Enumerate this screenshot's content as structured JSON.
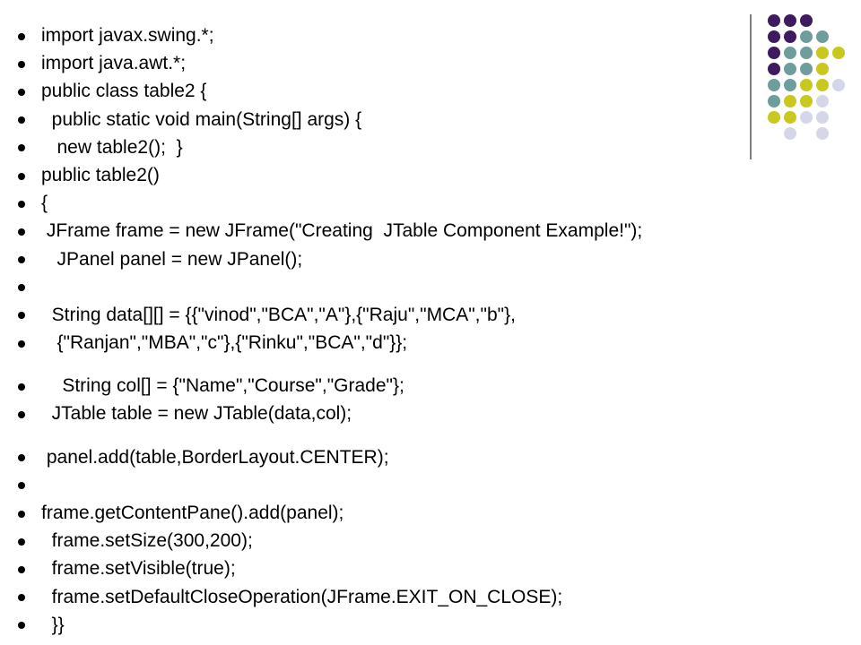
{
  "colors": {
    "purple": "#3e1a5e",
    "teal": "#6f9c9c",
    "yellow": "#c8c81e",
    "lavender": "#d6d6ea",
    "divider": "#7f7f7f",
    "text": "#000000"
  },
  "decoration": {
    "dot_rows": [
      [
        "purple",
        "purple",
        "purple",
        "",
        ""
      ],
      [
        "purple",
        "purple",
        "teal",
        "teal",
        ""
      ],
      [
        "purple",
        "teal",
        "teal",
        "yellow",
        "yellow"
      ],
      [
        "purple",
        "teal",
        "teal",
        "yellow",
        ""
      ],
      [
        "teal",
        "teal",
        "yellow",
        "yellow",
        "lavender"
      ],
      [
        "teal",
        "yellow",
        "yellow",
        "lavender",
        ""
      ],
      [
        "yellow",
        "yellow",
        "lavender",
        "lavender",
        ""
      ],
      [
        "",
        "lavender",
        "",
        "lavender",
        ""
      ]
    ]
  },
  "code_lines": [
    "import javax.swing.*;",
    "import java.awt.*;",
    "public class table2 {",
    "  public static void main(String[] args) {",
    "   new table2();  }",
    "public table2()",
    "{",
    " JFrame frame = new JFrame(\"Creating  JTable Component Example!\");",
    "   JPanel panel = new JPanel();",
    "",
    "  String data[][] = {{\"vinod\",\"BCA\",\"A\"},{\"Raju\",\"MCA\",\"b\"},",
    "   {\"Ranjan\",\"MBA\",\"c\"},{\"Rinku\",\"BCA\",\"d\"}};",
    "",
    "    String col[] = {\"Name\",\"Course\",\"Grade\"};",
    "  JTable table = new JTable(data,col);",
    "",
    " panel.add(table,BorderLayout.CENTER);",
    "",
    "frame.getContentPane().add(panel);",
    "  frame.setSize(300,200);",
    "  frame.setVisible(true);",
    "  frame.setDefaultCloseOperation(JFrame.EXIT_ON_CLOSE);",
    "  }}"
  ]
}
